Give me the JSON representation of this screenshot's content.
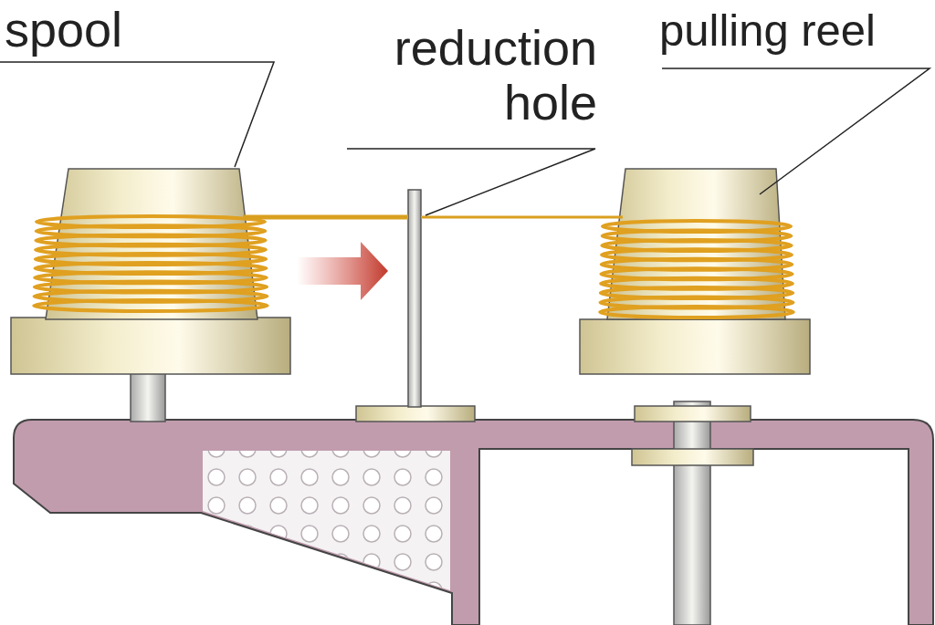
{
  "diagram": {
    "labels": [
      "spool",
      "reduction hole",
      "pulling reel"
    ]
  }
}
